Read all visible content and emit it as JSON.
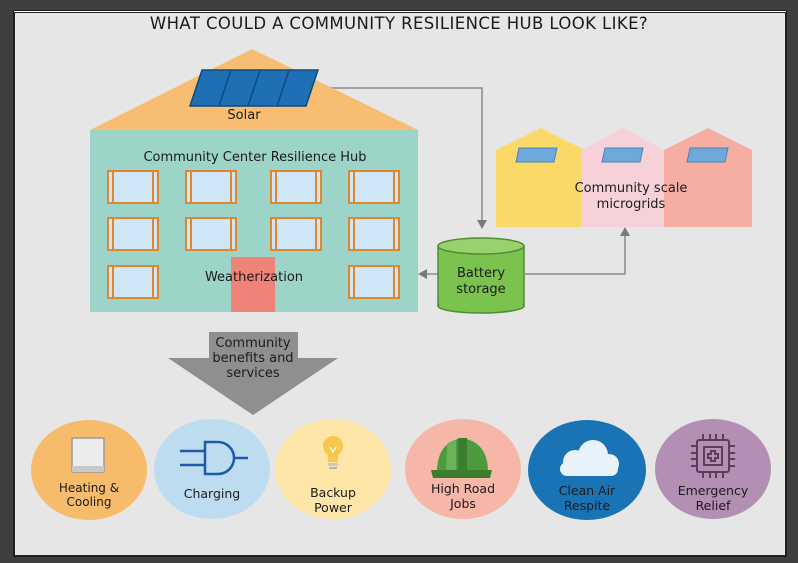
{
  "title": "WHAT COULD A COMMUNITY RESILIENCE HUB LOOK LIKE?",
  "building": {
    "roof_label": "Solar",
    "name": "Community Center Resilience Hub",
    "weatherization_label": "Weatherization"
  },
  "battery": {
    "label_line1": "Battery",
    "label_line2": "storage"
  },
  "microgrid": {
    "label_line1": "Community scale",
    "label_line2": "microgrids"
  },
  "flow_arrow": {
    "line1": "Community",
    "line2": "benefits and",
    "line3": "services"
  },
  "benefits": [
    {
      "icon": "heater-icon",
      "line1": "Heating &",
      "line2": "Cooling",
      "color": "#f6bb6b"
    },
    {
      "icon": "plug-icon",
      "line1": "Charging",
      "line2": "",
      "color": "#bedcf0"
    },
    {
      "icon": "lightbulb-icon",
      "line1": "Backup",
      "line2": "Power",
      "color": "#fde6a7"
    },
    {
      "icon": "hard-hat-icon",
      "line1": "High Road",
      "line2": "Jobs",
      "color": "#f7b7a8"
    },
    {
      "icon": "cloud-icon",
      "line1": "Clean Air",
      "line2": "Respite",
      "color": "#1a73b5"
    },
    {
      "icon": "medical-chip-icon",
      "line1": "Emergency",
      "line2": "Relief",
      "color": "#b38fb3"
    }
  ],
  "colors": {
    "roof": "#f7bd72",
    "building": "#9dd4c8",
    "window_frame": "#e0862e",
    "window_glass": "#cfe6f6",
    "door": "#f08378",
    "battery": "#7cc24f",
    "house_yellow": "#fbd968",
    "house_pink": "#f7d1da",
    "house_salmon": "#f7aea2",
    "solar_panel": "#1f6fb5",
    "arrow_gray": "#8f8f8f"
  }
}
